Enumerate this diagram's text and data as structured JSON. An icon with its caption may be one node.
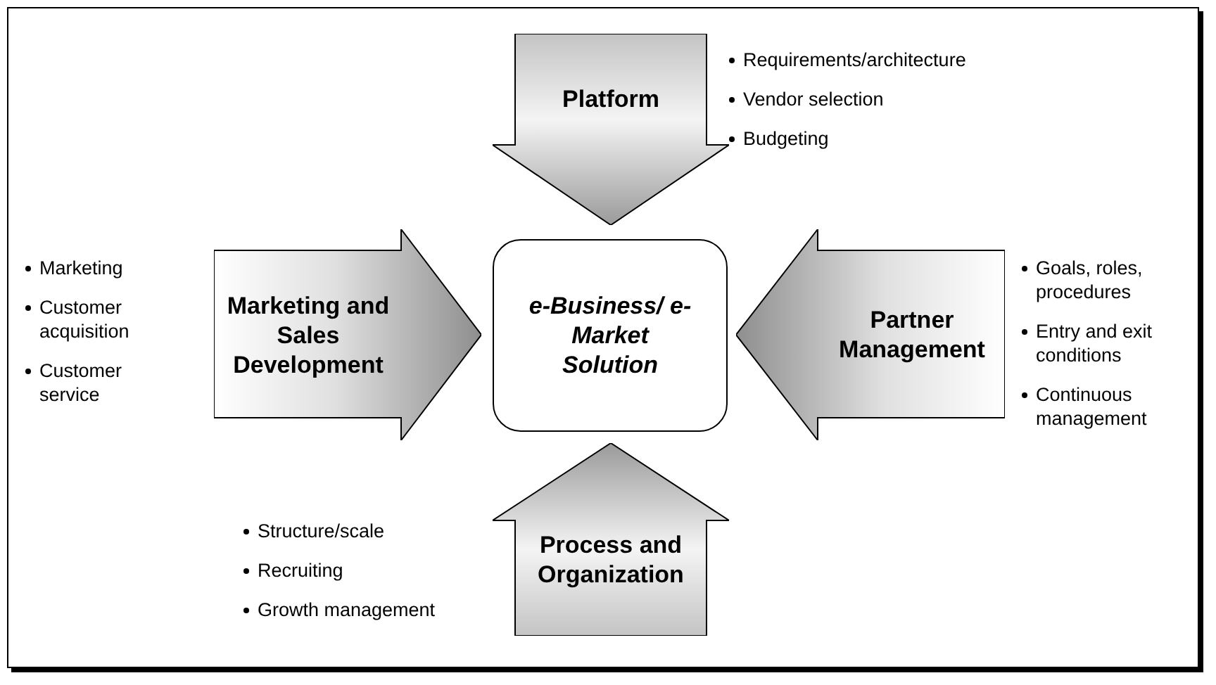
{
  "diagram": {
    "nodes": [
      {
        "text": [
          "Platform"
        ],
        "beside": [
          "Requirements/architecture",
          "Vendor selection",
          "Budgeting"
        ]
      },
      {
        "text": [
          "Marketing and Sales Development"
        ],
        "beside": [
          "Marketing",
          "Customer acquisition",
          "Customer service"
        ]
      },
      {
        "text": [
          "e-Business/ e-Market Solution"
        ]
      },
      {
        "text": [
          "Partner Management"
        ],
        "beside": [
          "Goals, roles, procedures",
          "Entry and exit conditions",
          "Continuous management"
        ]
      },
      {
        "text": [
          "Process and Organization"
        ],
        "beside": [
          "Structure/scale",
          "Recruiting",
          "Growth management"
        ]
      }
    ]
  }
}
